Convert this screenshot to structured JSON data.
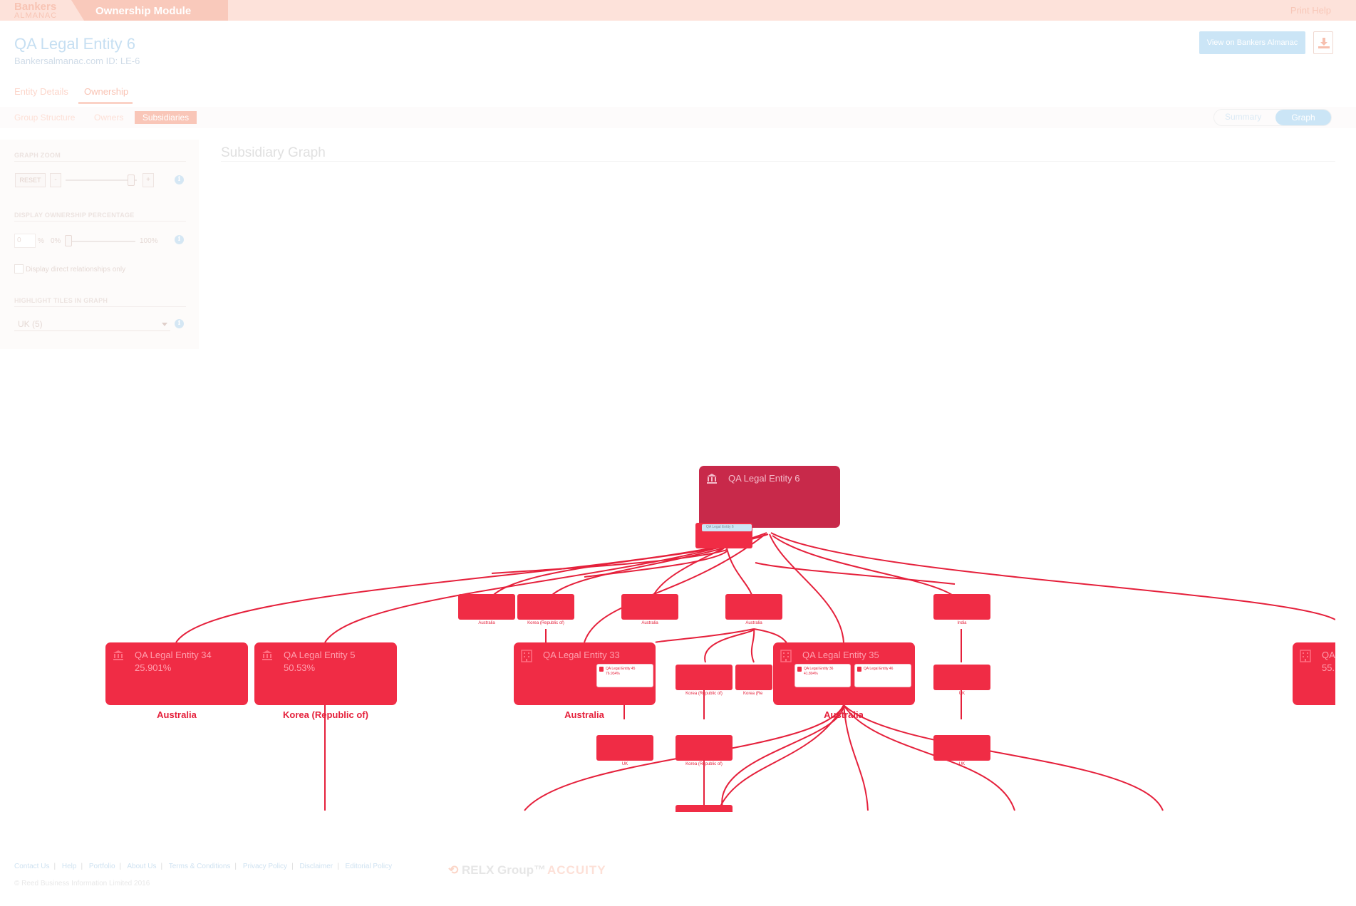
{
  "header": {
    "brand_line1": "Bankers",
    "brand_line2": "ALMANAC",
    "module_title": "Ownership Module",
    "print_help": "Print Help"
  },
  "entity": {
    "title": "QA Legal Entity 6",
    "id_line": "Bankersalmanac.com ID: LE-6",
    "view_button": "View on Bankers Almanac"
  },
  "tabs": [
    {
      "label": "Entity Details",
      "active": false
    },
    {
      "label": "Ownership",
      "active": true
    }
  ],
  "subtabs": [
    {
      "label": "Group Structure",
      "active": false
    },
    {
      "label": "Owners",
      "active": false
    },
    {
      "label": "Subsidiaries",
      "active": true
    }
  ],
  "view_toggle": {
    "summary": "Summary",
    "graph": "Graph",
    "selected": "Graph"
  },
  "sidebar": {
    "zoom_heading": "GRAPH ZOOM",
    "reset_label": "RESET",
    "minus_label": "-",
    "plus_label": "+",
    "zoom_level": 0.95,
    "pct_heading": "DISPLAY OWNERSHIP PERCENTAGE",
    "pct_value": "0",
    "pct_unit": "%",
    "pct_min": "0%",
    "pct_max": "100%",
    "pct_slider_value": 0,
    "direct_only_label": "Display direct relationships only",
    "direct_only_checked": false,
    "highlight_heading": "HIGHLIGHT TILES IN GRAPH",
    "highlight_value": "UK (5)",
    "info_glyph": "i"
  },
  "graph": {
    "title": "Subsidiary Graph",
    "root": {
      "name": "QA Legal Entity 6",
      "icon": "bank-icon"
    },
    "popup_tag": "QA Legal Entity 6",
    "nodes": [
      {
        "name": "QA Legal Entity 34",
        "pct": "25.901%",
        "country": "Australia",
        "icon": "bank-icon"
      },
      {
        "name": "QA Legal Entity 5",
        "pct": "50.53%",
        "country": "Korea (Republic of)",
        "icon": "bank-icon"
      },
      {
        "name": "QA Legal Entity 33",
        "pct": "",
        "country": "Australia",
        "icon": "building-icon"
      },
      {
        "name": "QA Legal Entity 35",
        "pct": "",
        "country": "Australia",
        "icon": "building-icon"
      },
      {
        "name": "QA",
        "pct": "55.",
        "country": "",
        "icon": "building-icon"
      }
    ],
    "inner_cards": [
      {
        "name": "QA Legal Entity 45",
        "pct": "76.934%"
      },
      {
        "name": "QA Legal Entity 36",
        "pct": "41.804%"
      },
      {
        "name": "QA Legal Entity 46",
        "pct": ""
      }
    ],
    "mini_labels": {
      "m1": "Australia",
      "m2": "Korea (Republic of)",
      "m3": "Australia",
      "m4": "Australia",
      "m5": "India",
      "m6": "Korea (Republic of)",
      "m7": "Korea (Re",
      "m8": "UK",
      "m9": "UK",
      "m10": "Korea (Republic of)",
      "m11": "UK"
    }
  },
  "footer": {
    "links": [
      "Contact Us",
      "Help",
      "Portfolio",
      "About Us",
      "Terms & Conditions",
      "Privacy Policy",
      "Disclaimer",
      "Editorial Policy"
    ],
    "copyright": "© Reed Business Information Limited 2016",
    "relx": "RELX Group",
    "relx_tm": "™",
    "accuity": "ACCUITY"
  },
  "colors": {
    "node": "#f02c45",
    "root_node": "#c8294a",
    "edge": "#e5203b",
    "header_bg": "#fde2da",
    "accent_blue": "#cbe5f6"
  }
}
